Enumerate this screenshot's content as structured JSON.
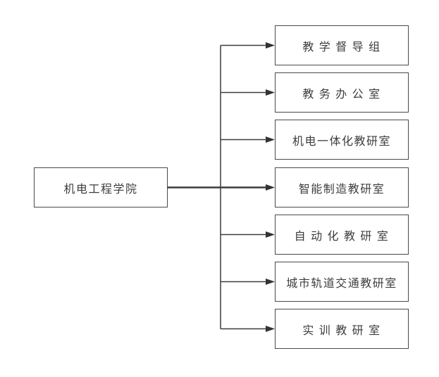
{
  "diagram": {
    "type": "org-chart",
    "root": {
      "label": "机电工程学院"
    },
    "children": [
      {
        "label": "教 学 督 导 组"
      },
      {
        "label": "教 务 办 公 室"
      },
      {
        "label": "机电一体化教研室"
      },
      {
        "label": "智能制造教研室"
      },
      {
        "label": "自 动 化 教 研 室"
      },
      {
        "label": "城市轨道交通教研室"
      },
      {
        "label": "实 训 教 研 室"
      }
    ],
    "colors": {
      "line": "#3c3c3c",
      "arrowhead": "#333333",
      "box_border": "#494949",
      "text": "#3d3d3d",
      "background": "#ffffff"
    }
  }
}
